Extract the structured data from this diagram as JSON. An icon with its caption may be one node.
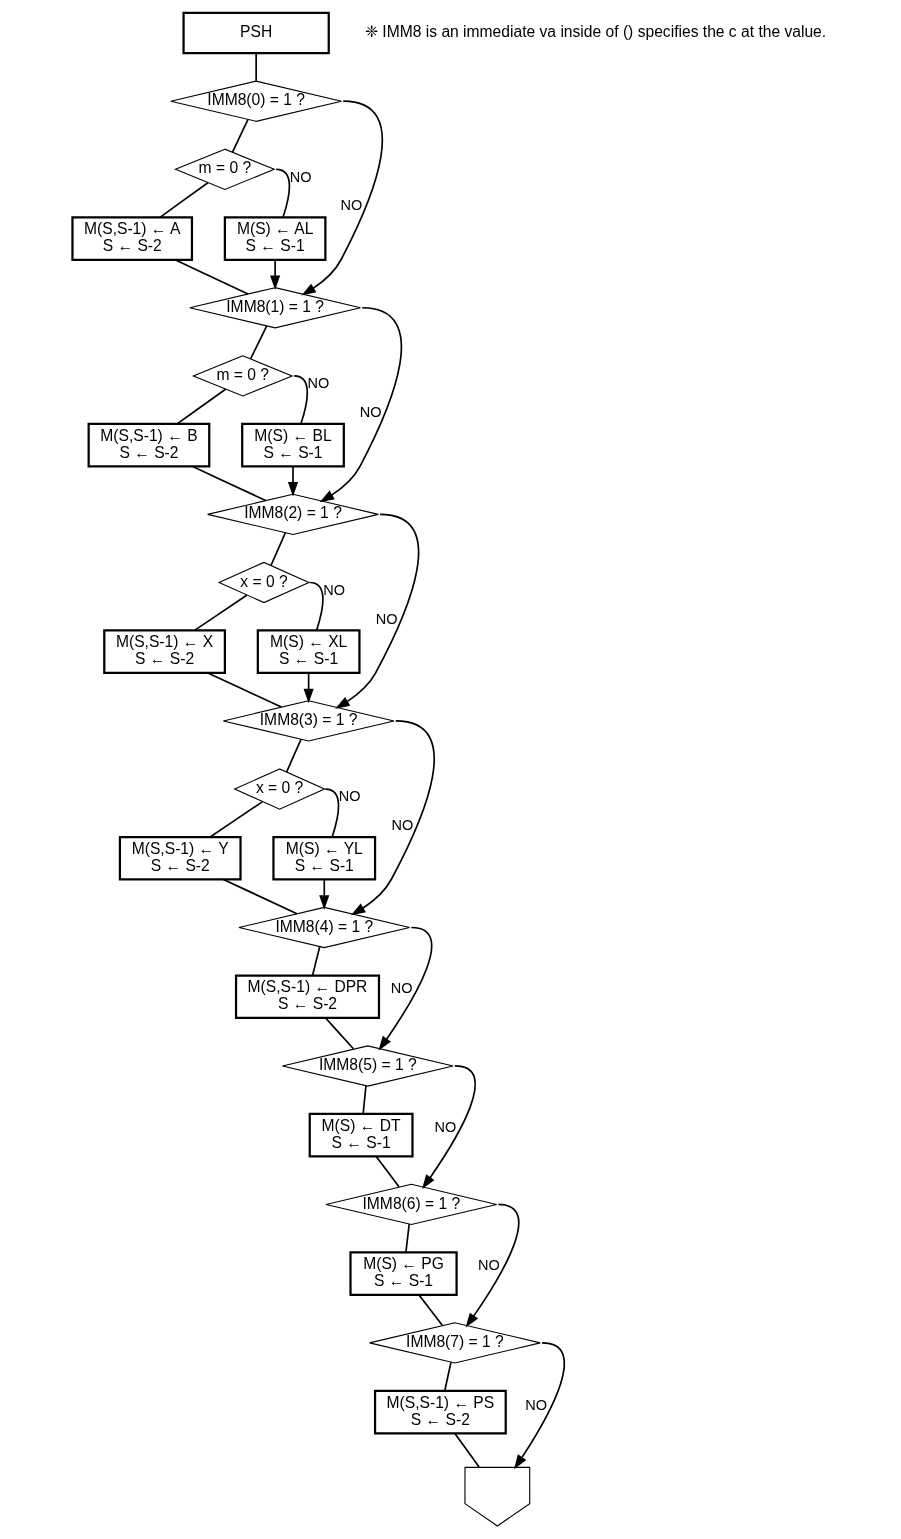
{
  "diagram": {
    "nodes": [
      {
        "text": [
          "PSH"
        ]
      },
      {
        "text": [
          "IMM8(0) = 1 ?"
        ]
      },
      {
        "text": [
          "m = 0 ?"
        ]
      },
      {
        "text": [
          "M(S,S-1) ← A",
          "S ← S-2"
        ]
      },
      {
        "text": [
          "M(S) ← AL",
          "S ← S-1"
        ]
      },
      {
        "text": [
          "IMM8(1) = 1 ?"
        ]
      },
      {
        "text": [
          "m = 0 ?"
        ]
      },
      {
        "text": [
          "M(S,S-1) ← B",
          "S ← S-2"
        ]
      },
      {
        "text": [
          "M(S) ← BL",
          "S ← S-1"
        ]
      },
      {
        "text": [
          "IMM8(2) = 1 ?"
        ]
      },
      {
        "text": [
          "x = 0 ?"
        ]
      },
      {
        "text": [
          "M(S,S-1) ← X",
          "S ← S-2"
        ]
      },
      {
        "text": [
          "M(S) ← XL",
          "S ← S-1"
        ]
      },
      {
        "text": [
          "IMM8(3) = 1 ?"
        ]
      },
      {
        "text": [
          "x = 0 ?"
        ]
      },
      {
        "text": [
          "M(S,S-1) ← Y",
          "S ← S-2"
        ]
      },
      {
        "text": [
          "M(S) ← YL",
          "S ← S-1"
        ]
      },
      {
        "text": [
          "IMM8(4) = 1 ?"
        ]
      },
      {
        "text": [
          "M(S,S-1) ← DPR",
          "S ← S-2"
        ]
      },
      {
        "text": [
          "IMM8(5) = 1 ?"
        ]
      },
      {
        "text": [
          "M(S) ← DT",
          "S ← S-1"
        ]
      },
      {
        "text": [
          "IMM8(6) = 1 ?"
        ]
      },
      {
        "text": [
          "M(S) ← PG",
          "S ← S-1"
        ]
      },
      {
        "text": [
          "IMM8(7) = 1 ?"
        ]
      },
      {
        "text": [
          "M(S,S-1) ← PS",
          "S ← S-2"
        ]
      },
      {
        "text": [],
        "shape": "pentagon"
      }
    ],
    "edges": [
      {
        "from": 0,
        "to": 1,
        "arrow": "none"
      },
      {
        "from": 1,
        "to": 2,
        "arrow": "none"
      },
      {
        "from": 2,
        "to": 3,
        "arrow": "none"
      },
      {
        "from": 2,
        "to": 4,
        "arrow": "none",
        "label": "NO"
      },
      {
        "from": 1,
        "to": 5,
        "arrow": "to",
        "label": "NO"
      },
      {
        "from": 3,
        "to": 5,
        "arrow": "none"
      },
      {
        "from": 4,
        "to": 5,
        "arrow": "to"
      },
      {
        "from": 5,
        "to": 6,
        "arrow": "none"
      },
      {
        "from": 6,
        "to": 7,
        "arrow": "none"
      },
      {
        "from": 6,
        "to": 8,
        "arrow": "none",
        "label": "NO"
      },
      {
        "from": 5,
        "to": 9,
        "arrow": "to",
        "label": "NO"
      },
      {
        "from": 7,
        "to": 9,
        "arrow": "none"
      },
      {
        "from": 8,
        "to": 9,
        "arrow": "to"
      },
      {
        "from": 9,
        "to": 10,
        "arrow": "none"
      },
      {
        "from": 10,
        "to": 11,
        "arrow": "none"
      },
      {
        "from": 10,
        "to": 12,
        "arrow": "none",
        "label": "NO"
      },
      {
        "from": 9,
        "to": 13,
        "arrow": "to",
        "label": "NO"
      },
      {
        "from": 11,
        "to": 13,
        "arrow": "none"
      },
      {
        "from": 12,
        "to": 13,
        "arrow": "to"
      },
      {
        "from": 13,
        "to": 14,
        "arrow": "none"
      },
      {
        "from": 14,
        "to": 15,
        "arrow": "none"
      },
      {
        "from": 14,
        "to": 16,
        "arrow": "none",
        "label": "NO"
      },
      {
        "from": 13,
        "to": 17,
        "arrow": "to",
        "label": "NO"
      },
      {
        "from": 15,
        "to": 17,
        "arrow": "none"
      },
      {
        "from": 16,
        "to": 17,
        "arrow": "to"
      },
      {
        "from": 17,
        "to": 18,
        "arrow": "none"
      },
      {
        "from": 17,
        "to": 19,
        "arrow": "to",
        "label": "NO"
      },
      {
        "from": 18,
        "to": 19,
        "arrow": "none"
      },
      {
        "from": 19,
        "to": 20,
        "arrow": "none"
      },
      {
        "from": 19,
        "to": 21,
        "arrow": "to",
        "label": "NO"
      },
      {
        "from": 20,
        "to": 21,
        "arrow": "none"
      },
      {
        "from": 21,
        "to": 22,
        "arrow": "none"
      },
      {
        "from": 21,
        "to": 23,
        "arrow": "to",
        "label": "NO"
      },
      {
        "from": 22,
        "to": 23,
        "arrow": "none"
      },
      {
        "from": 23,
        "to": 24,
        "arrow": "none"
      },
      {
        "from": 23,
        "to": 25,
        "arrow": "to",
        "label": "NO"
      },
      {
        "from": 24,
        "to": 25,
        "arrow": "none"
      }
    ],
    "labels": [
      "❈ IMM8 is an immediate va inside of () specifies the c at the value."
    ]
  }
}
